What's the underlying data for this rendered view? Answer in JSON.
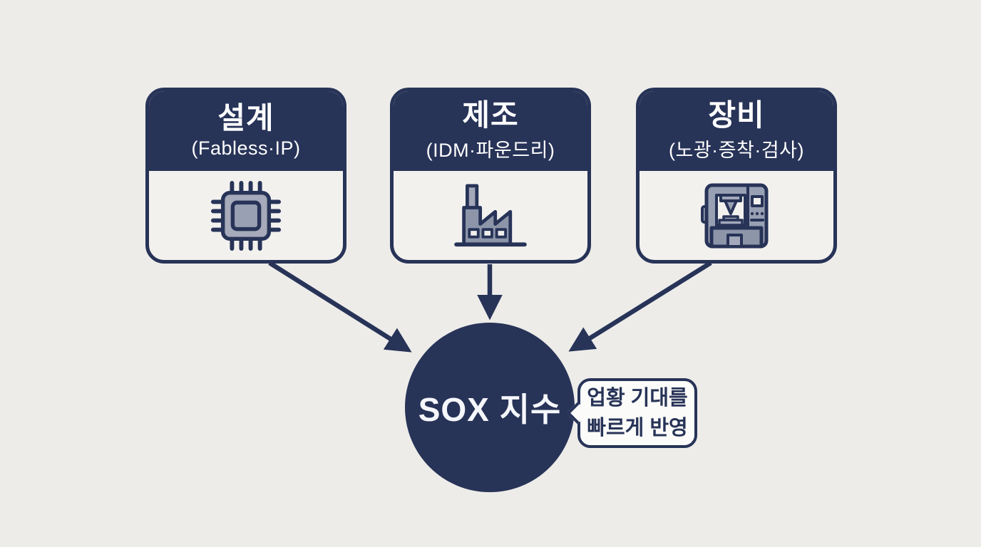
{
  "colors": {
    "navy": "#273357",
    "background": "#edece9",
    "card_body": "#f2f1ee",
    "icon_gray": "#a3a8ba",
    "icon_gray_dark": "#8d95a9",
    "callout_bg": "#fbfbf9",
    "header_text": "#ffffff"
  },
  "cards": [
    {
      "title": "설계",
      "subtitle": "(Fabless·IP)",
      "icon": "chip-icon"
    },
    {
      "title": "제조",
      "subtitle": "(IDM·파운드리)",
      "icon": "factory-icon"
    },
    {
      "title": "장비",
      "subtitle": "(노광·증착·검사)",
      "icon": "equipment-icon"
    }
  ],
  "center_node": {
    "label": "SOX 지수"
  },
  "callout": {
    "line1": "업황 기대를",
    "line2": "빠르게 반영"
  }
}
